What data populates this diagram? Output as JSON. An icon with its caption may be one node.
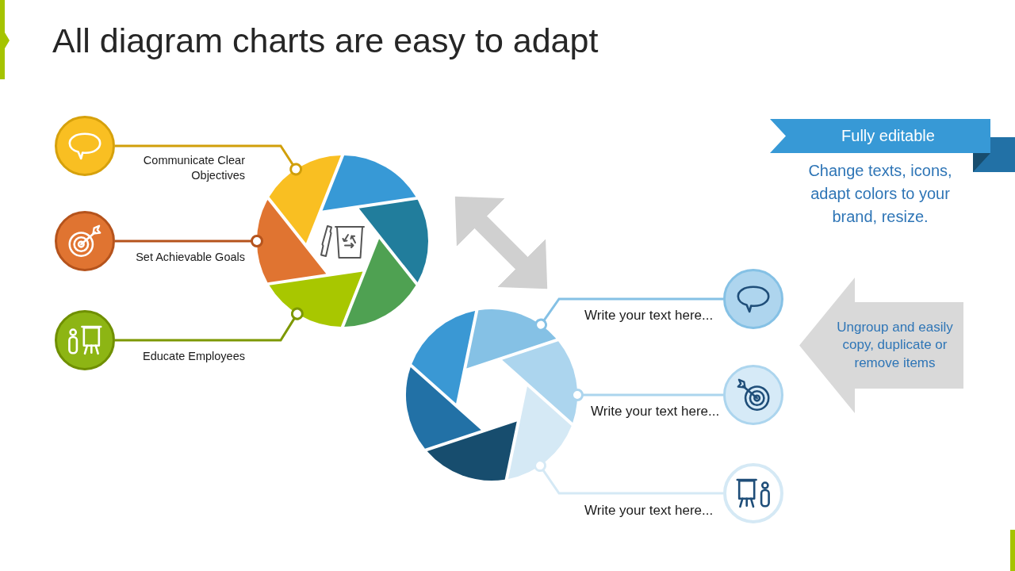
{
  "diagram": {
    "title": "All diagram charts are easy to adapt",
    "nodes": [
      {
        "text": [],
        "shape": "circle"
      },
      {
        "text": [],
        "shape": "circle"
      },
      {
        "text": [],
        "shape": "circle"
      },
      {
        "text": [],
        "shape": "circle"
      },
      {
        "text": [],
        "shape": "wedge",
        "in": 3
      },
      {
        "text": [],
        "shape": "wedge",
        "in": 3
      },
      {
        "text": [],
        "shape": "wedge",
        "in": 3
      },
      {
        "text": [],
        "shape": "wedge",
        "in": 3
      },
      {
        "text": [],
        "shape": "wedge",
        "in": 3
      },
      {
        "text": [],
        "shape": "wedge",
        "in": 3
      },
      {
        "text": [],
        "shape": "picture",
        "in": 3
      },
      {
        "text": [
          "Fully editable"
        ],
        "beside": [
          "Change texts, icons, adapt colors to your brand, resize."
        ]
      },
      {
        "text": [],
        "shape": "circle"
      },
      {
        "text": [],
        "shape": "wedge",
        "in": 12
      },
      {
        "text": [],
        "shape": "wedge",
        "in": 12
      },
      {
        "text": [],
        "shape": "wedge",
        "in": 12
      },
      {
        "text": [],
        "shape": "wedge",
        "in": 12
      },
      {
        "text": [],
        "shape": "wedge",
        "in": 12
      },
      {
        "text": [],
        "shape": "wedge",
        "in": 12
      },
      {
        "text": [],
        "shape": "circle"
      },
      {
        "text": [],
        "shape": "circle"
      },
      {
        "text": [],
        "shape": "circle"
      },
      {
        "text": [
          "Ungroup and easily copy, duplicate or remove items"
        ]
      }
    ],
    "edges": [
      {
        "from": 0,
        "to": 4,
        "arrow": "other",
        "label": "Communicate Clear Objectives",
        "color": "#d19f0a"
      },
      {
        "from": 1,
        "to": 9,
        "arrow": "other",
        "label": "Set Achievable Goals",
        "color": "#b5531c"
      },
      {
        "from": 2,
        "to": 8,
        "arrow": "other",
        "label": "Educate Employees",
        "color": "#7d9800"
      },
      {
        "from": 3,
        "to": 12,
        "arrow": "both",
        "style": "thick",
        "color": "#d0d0d0"
      },
      {
        "from": 19,
        "to": 14,
        "arrow": "other",
        "label": "Write your text here...",
        "color": "#85c1e5"
      },
      {
        "from": 20,
        "to": 15,
        "arrow": "other",
        "label": "Write your text here...",
        "color": "#acd5ee"
      },
      {
        "from": 21,
        "to": 16,
        "arrow": "other",
        "label": "Write your text here...",
        "color": "#d5e9f5"
      }
    ]
  }
}
